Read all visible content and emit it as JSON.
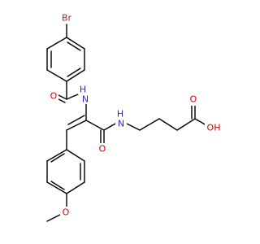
{
  "molecule": {
    "atoms": {
      "bromine": "Br",
      "amide_o_top": "O",
      "nh_top": "H",
      "nh_top_n": "N",
      "nh_right": "H",
      "nh_right_n": "N",
      "amide_o_bottom": "O",
      "acid_o_double": "O",
      "acid_oh": "OH",
      "methoxy_o": "O"
    },
    "colors": {
      "carbon": "#000000",
      "oxygen": "#d40000",
      "nitrogen": "#2a2ad0",
      "bromine": "#a52a2a"
    }
  }
}
